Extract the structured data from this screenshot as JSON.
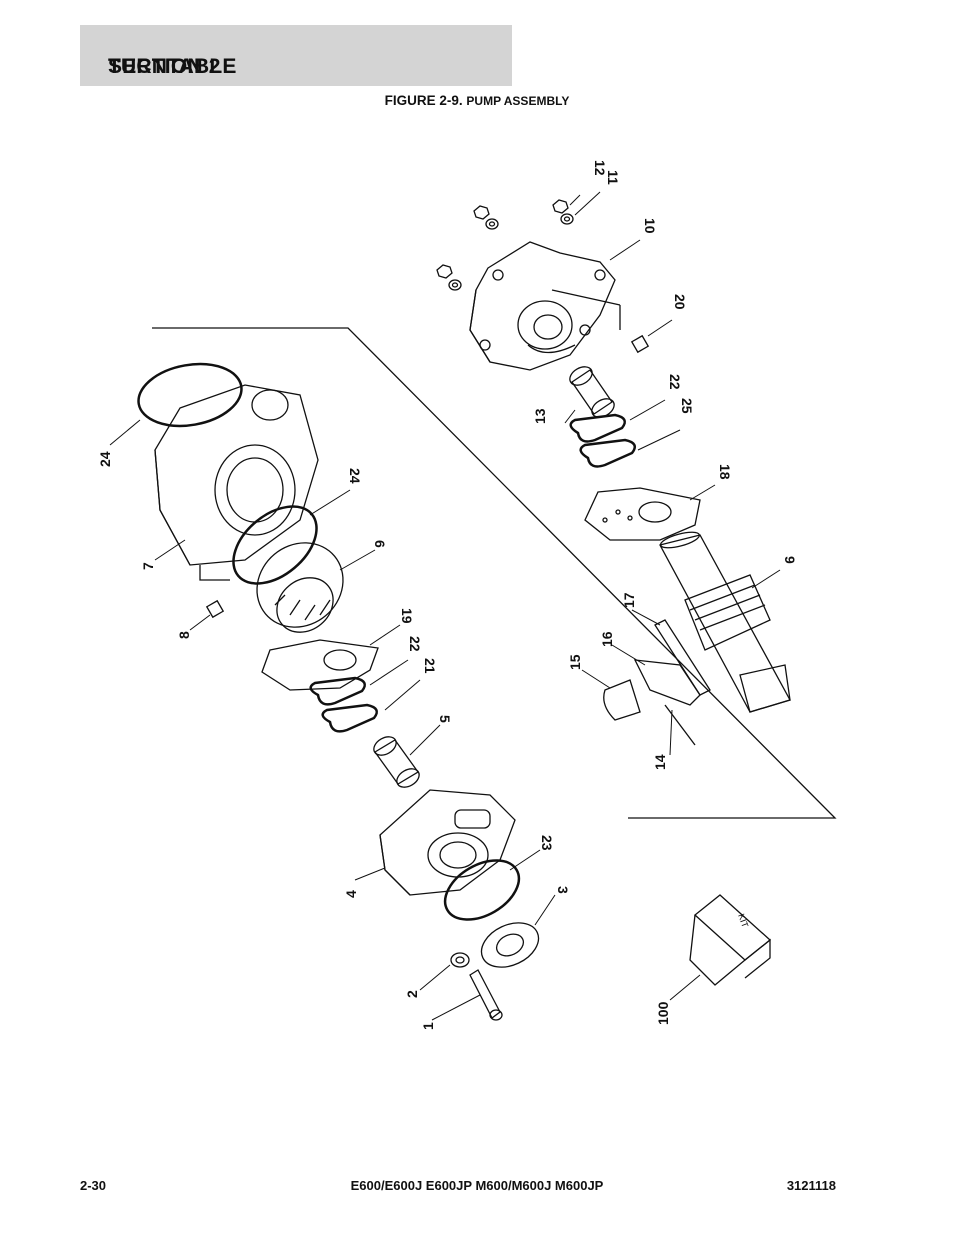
{
  "header": {
    "section": "SECTION 2",
    "title": "TURNTABLE"
  },
  "figure": {
    "label": "FIGURE 2-9.",
    "caption": "PUMP ASSEMBLY"
  },
  "callouts": [
    "1",
    "2",
    "3",
    "4",
    "5",
    "6",
    "7",
    "8",
    "9",
    "10",
    "11",
    "12",
    "13",
    "14",
    "15",
    "16",
    "17",
    "18",
    "19",
    "20",
    "21",
    "22",
    "22",
    "23",
    "24",
    "24",
    "25",
    "100"
  ],
  "kit_label": "KIT",
  "footer": {
    "page": "2-30",
    "models": "E600/E600J E600JP M600/M600J M600JP",
    "doc_number": "3121118"
  }
}
